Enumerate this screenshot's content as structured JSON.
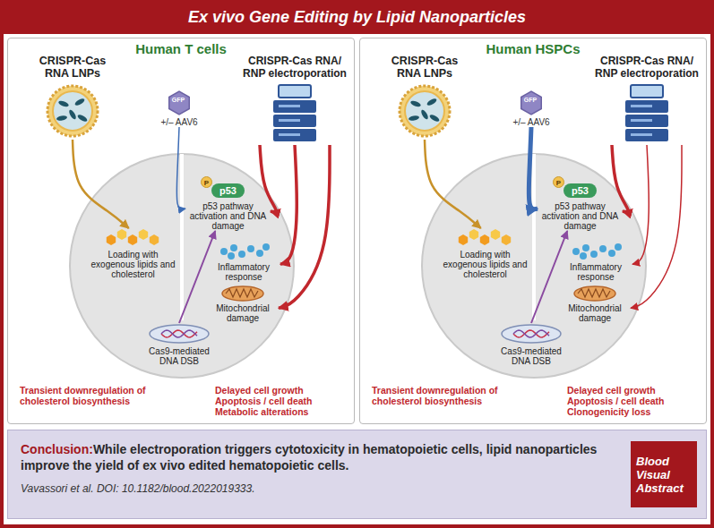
{
  "diagram": {
    "title": "Ex vivo Gene Editing by Lipid Nanoparticles",
    "nodes": [
      {
        "text": [
          "Human T cells"
        ]
      },
      {
        "text": [
          "CRISPR-Cas RNA LNPs"
        ],
        "in": 0
      },
      {
        "text": [
          "+/– AAV6"
        ],
        "in": 0
      },
      {
        "text": [
          "CRISPR-Cas RNA/ RNP electroporation"
        ],
        "in": 0
      },
      {
        "text": [
          "Loading with exogenous lipids and cholesterol"
        ],
        "in": 0
      },
      {
        "text": [
          "Cas9-mediated DNA DSB"
        ],
        "in": 0
      },
      {
        "text": [
          "p53",
          "p53 pathway activation and DNA damage"
        ],
        "in": 0
      },
      {
        "text": [
          "Inflammatory response"
        ],
        "in": 0
      },
      {
        "text": [
          "Mitochondrial damage"
        ],
        "in": 0
      },
      {
        "text": [
          "Human HSPCs"
        ]
      },
      {
        "text": [
          "CRISPR-Cas RNA LNPs"
        ],
        "in": 9
      },
      {
        "text": [
          "+/– AAV6"
        ],
        "in": 9
      },
      {
        "text": [
          "CRISPR-Cas RNA/ RNP electroporation"
        ],
        "in": 9
      },
      {
        "text": [
          "Loading with exogenous lipids and cholesterol"
        ],
        "in": 9
      },
      {
        "text": [
          "Cas9-mediated DNA DSB"
        ],
        "in": 9
      },
      {
        "text": [
          "p53",
          "p53 pathway activation and DNA damage"
        ],
        "in": 9
      },
      {
        "text": [
          "Inflammatory response"
        ],
        "in": 9
      },
      {
        "text": [
          "Mitochondrial damage"
        ],
        "in": 9
      },
      {
        "text": [
          "Conclusion:",
          "While electroporation triggers cytotoxicity in hematopoietic cells, lipid nanoparticles improve the yield of ex vivo edited hematopoietic cells.",
          "Vavassori et al. DOI: 10.1182/blood.2022019333."
        ]
      },
      {
        "text": [
          "Blood Visual Abstract"
        ],
        "in": 18
      }
    ],
    "edges": [
      {
        "from": 1,
        "to": 4,
        "arrow": "to"
      },
      {
        "from": 2,
        "to": 6,
        "arrow": "to"
      },
      {
        "from": 3,
        "to": 6,
        "arrow": "to"
      },
      {
        "from": 3,
        "to": 7,
        "arrow": "to"
      },
      {
        "from": 3,
        "to": 8,
        "arrow": "to"
      },
      {
        "from": 5,
        "to": 6,
        "arrow": "to"
      },
      {
        "from": 10,
        "to": 13,
        "arrow": "to"
      },
      {
        "from": 11,
        "to": 15,
        "arrow": "to"
      },
      {
        "from": 12,
        "to": 15,
        "arrow": "to"
      },
      {
        "from": 12,
        "to": 16,
        "arrow": "to"
      },
      {
        "from": 12,
        "to": 17,
        "arrow": "to"
      },
      {
        "from": 14,
        "to": 15,
        "arrow": "to"
      }
    ],
    "labels": [
      "GFP",
      "P",
      "Transient downregulation of cholesterol biosynthesis",
      "Delayed cell growth Apoptosis / cell death Metabolic alterations",
      "GFP",
      "P",
      "Transient downregulation of cholesterol biosynthesis",
      "Delayed cell growth Apoptosis / cell death Clonogenicity loss"
    ]
  }
}
